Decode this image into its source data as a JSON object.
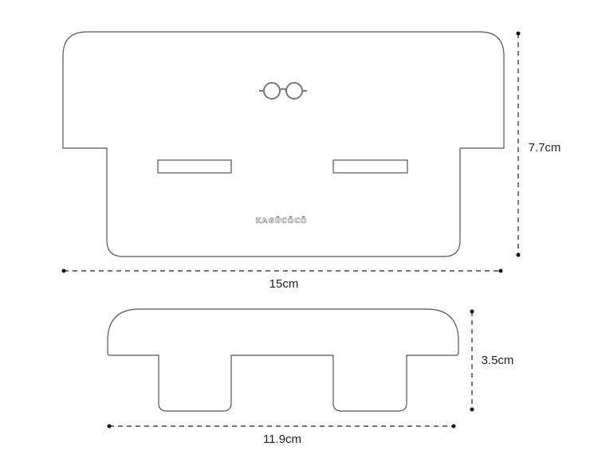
{
  "title": "Product dimension diagram",
  "parts": {
    "upper": {
      "logo_text": "KAGÜCÖCÖ",
      "icon": "glasses-icon",
      "width_label": "15cm",
      "height_label": "7.7cm"
    },
    "lower": {
      "width_label": "11.9cm",
      "height_label": "3.5cm"
    }
  },
  "colors": {
    "outline": "#555555",
    "dimension": "#222222"
  }
}
